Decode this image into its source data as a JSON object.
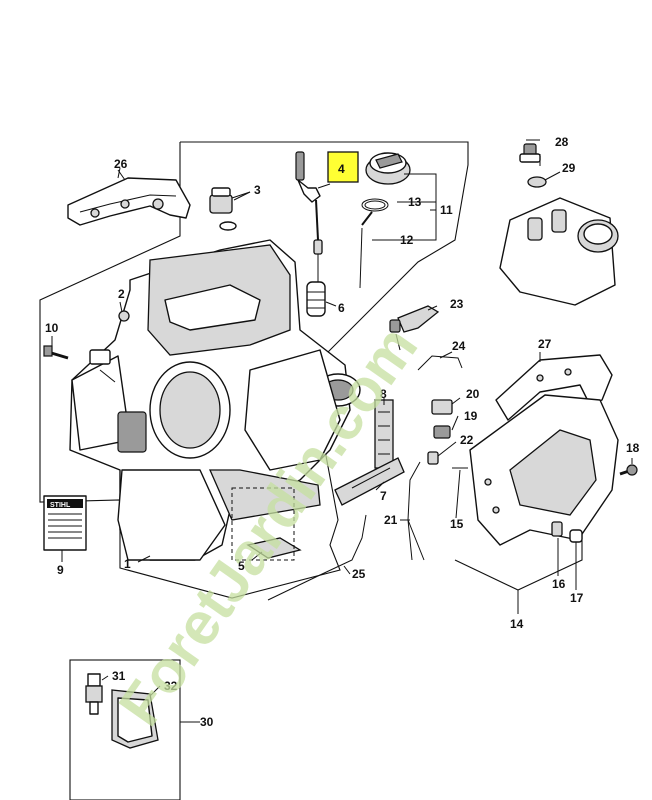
{
  "watermark": "ForetJardin.com",
  "highlighted_part": "4",
  "highlight_color": "#ffff33",
  "watermark_color": "#c6e0a0",
  "callouts": [
    "1",
    "2",
    "3",
    "4",
    "5",
    "6",
    "7",
    "8",
    "9",
    "10",
    "11",
    "12",
    "13",
    "14",
    "15",
    "16",
    "17",
    "18",
    "19",
    "20",
    "21",
    "22",
    "23",
    "24",
    "25",
    "26",
    "27",
    "28",
    "29",
    "30",
    "31",
    "32"
  ],
  "label_sticker_text": "STIHL"
}
